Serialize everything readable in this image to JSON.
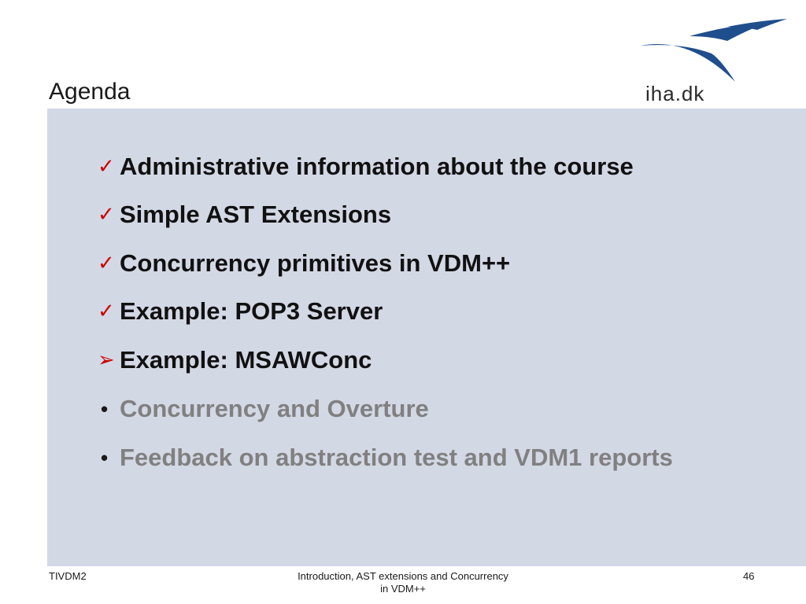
{
  "slide": {
    "title": "Agenda",
    "logo_text": "iha.dk"
  },
  "agenda": {
    "items": [
      {
        "marker": "✓",
        "text": "Administrative information about the course",
        "state": "done"
      },
      {
        "marker": "✓",
        "text": "Simple AST Extensions",
        "state": "done"
      },
      {
        "marker": "✓",
        "text": "Concurrency primitives in VDM++",
        "state": "done"
      },
      {
        "marker": "✓",
        "text": "Example: POP3 Server",
        "state": "done"
      },
      {
        "marker": "➢",
        "text": "Example: MSAWConc",
        "state": "current"
      },
      {
        "marker": "•",
        "text": "Concurrency and Overture",
        "state": "pending"
      },
      {
        "marker": "•",
        "text": "Feedback on abstraction test and VDM1 reports",
        "state": "pending"
      }
    ]
  },
  "footer": {
    "course": "TIVDM2",
    "subtitle_line1": "Introduction, AST extensions and Concurrency",
    "subtitle_line2": "in VDM++",
    "page_number": "46"
  },
  "colors": {
    "content_bg": "#d3d8e5",
    "marker_red": "#cc0000",
    "pending_gray": "#808080",
    "logo_blue": "#1f4e8c"
  }
}
